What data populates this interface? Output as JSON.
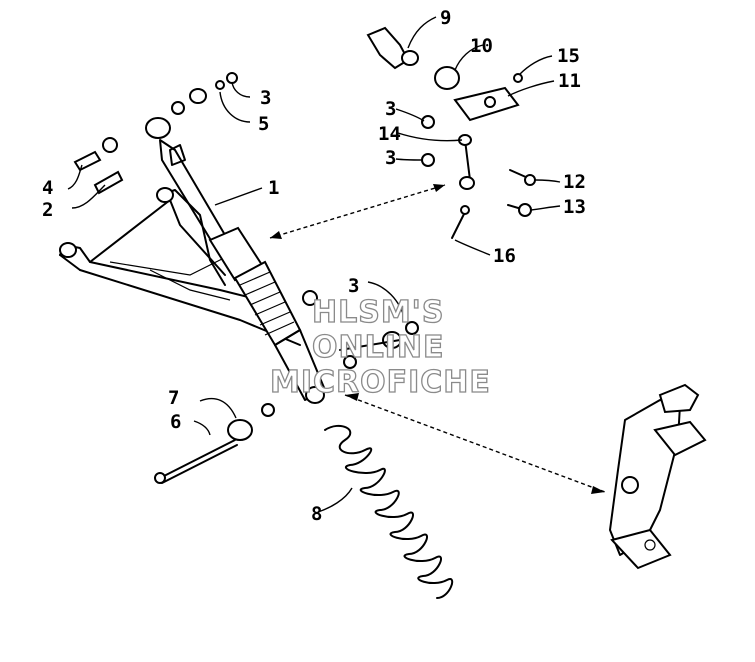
{
  "watermark": {
    "line1": "HLSM'S",
    "line2": "ONLINE",
    "line3": "MICROFICHE"
  },
  "callouts": [
    "1",
    "2",
    "3",
    "3",
    "3",
    "3",
    "4",
    "5",
    "6",
    "7",
    "8",
    "9",
    "10",
    "11",
    "12",
    "13",
    "14",
    "15",
    "16"
  ],
  "colors": {
    "ink": "#000000",
    "background": "#ffffff",
    "watermark_outline": "#8a8a8a"
  }
}
